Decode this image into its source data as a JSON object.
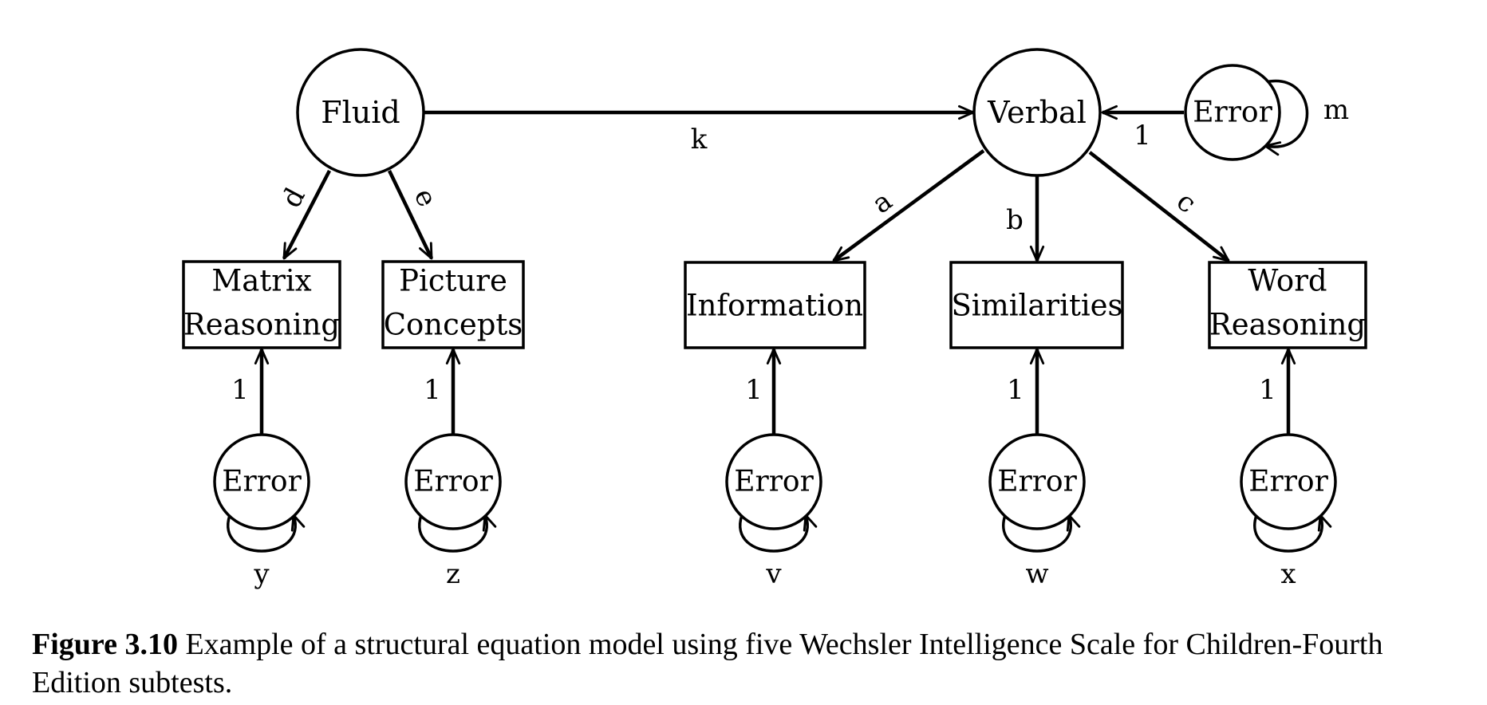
{
  "latent": {
    "fluid": "Fluid",
    "verbal": "Verbal"
  },
  "indicators": {
    "matrix": [
      "Matrix",
      "Reasoning"
    ],
    "picture": [
      "Picture",
      "Concepts"
    ],
    "information": "Information",
    "similarities": "Similarities",
    "word": [
      "Word",
      "Reasoning"
    ]
  },
  "error_label": "Error",
  "paths": {
    "k": "k",
    "a": "a",
    "b": "b",
    "c": "c",
    "d": "d",
    "e": "e",
    "verbal_error": "1",
    "matrix_error": "1",
    "picture_error": "1",
    "information_error": "1",
    "similarities_error": "1",
    "word_error": "1"
  },
  "variances": {
    "m": "m",
    "y": "y",
    "z": "z",
    "v": "v",
    "w": "w",
    "x": "x"
  },
  "caption": {
    "label": "Figure 3.10",
    "text": " Example of a structural equation model using five Wechsler Intelligence Scale for Children-Fourth Edition subtests."
  }
}
